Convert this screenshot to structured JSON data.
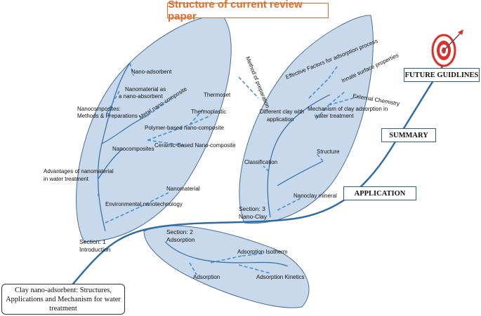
{
  "title": "Structure of current review paper",
  "root": {
    "line1": "Clay nano-adsorbent: Structures,",
    "line2": "Applications and Mechanism for water",
    "line3": "treatment"
  },
  "stages": {
    "application": "APPLICATION",
    "summary": "SUMMARY",
    "future": "FUTURE GUIDLINES"
  },
  "section1": {
    "label_a": "Section: 1",
    "label_b": "Introduction",
    "nodes": {
      "nano_adsorbent": "Nano-adsorbent",
      "nanomaterial_as_a": "Nanomaterial as",
      "nanomaterial_as_b": "a nano-absorbent",
      "nanocomposites_methods_a": "Nanocomposites:",
      "nanocomposites_methods_b": "Methods & Preparations",
      "metal_nano": "Metal nano-composite",
      "thermoset": "Thermoset",
      "thermoplastic": "Thermoplastic",
      "polymer_nano": "Polymer-based nano-composite",
      "nanocomposites": "Nanocomposites",
      "ceramic_nano": "Ceramic-Based Nano-composite",
      "advantages_a": "Advantages of nanomaterial",
      "advantages_b": "in water treatment",
      "nanomaterial": "Nanomaterial",
      "env_nanotech": "Environmental nanotechnology"
    }
  },
  "section2": {
    "label_a": "Section: 2",
    "label_b": "Adsorption",
    "nodes": {
      "isotherm": "Adsorption Isotherm",
      "adsorption": "Adsorption",
      "kinetics": "Adsorption Kinetics"
    }
  },
  "section3": {
    "label_a": "Section: 3",
    "label_b": "Nano-Clay",
    "nodes": {
      "method_prep": "Method of preparation",
      "effective_factors": "Effective Factors for adsorption process",
      "innate_surface": "Innate surface properties",
      "different_clay_a": "Different clay with",
      "different_clay_b": "application",
      "external_chem": "External Chemistry",
      "mechanism_a": "Mechanism of clay adsorption in",
      "mechanism_b": "water treatment",
      "structure": "Structure",
      "classification": "Classification",
      "nanoclay_mineral": "Nanoclay mineral"
    }
  },
  "colors": {
    "leaf_fill": "#c9d9ec",
    "leaf_stroke": "#4a6f96",
    "branch": "#2e6da4",
    "dash": "#4a8fd0",
    "title": "#e36c2a",
    "target_red": "#d9302b"
  }
}
